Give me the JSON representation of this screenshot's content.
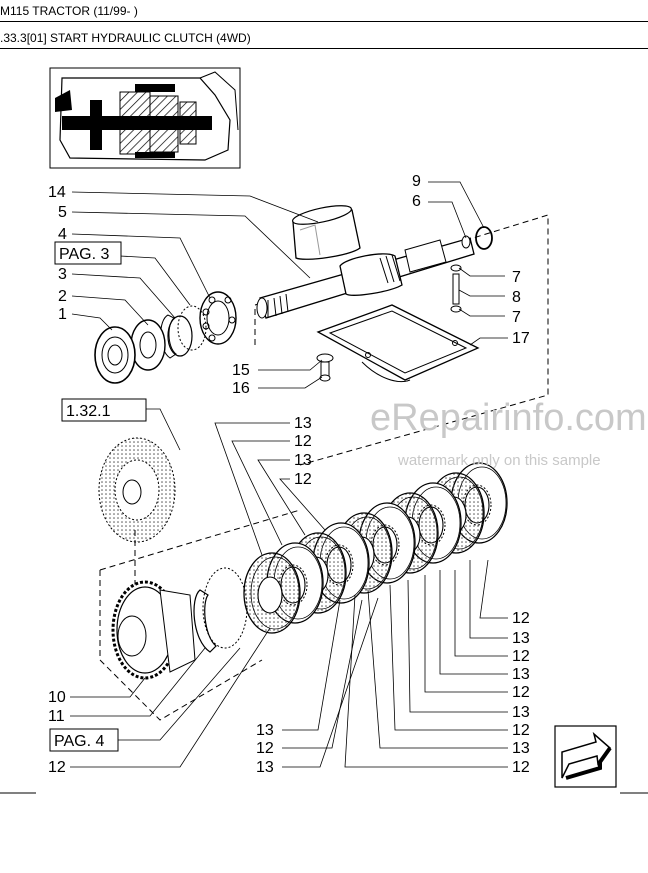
{
  "header": {
    "model": "M115 TRACTOR (11/99- )",
    "section": ".33.3[01] START HYDRAULIC CLUTCH (4WD)"
  },
  "references": {
    "pag3": "PAG. 3",
    "ref1321": "1.32.1",
    "pag4": "PAG. 4"
  },
  "watermark": {
    "brand": "eRepairinfo.com",
    "note": "watermark only on this sample"
  },
  "callouts": {
    "c14": "14",
    "c5": "5",
    "c4": "4",
    "c3": "3",
    "c2": "2",
    "c1": "1",
    "c9": "9",
    "c6": "6",
    "c7a": "7",
    "c8": "8",
    "c7b": "7",
    "c17": "17",
    "c15": "15",
    "c16": "16",
    "l13a": "13",
    "l12a": "12",
    "l13b": "13",
    "l12b": "12",
    "r12a": "12",
    "r13a": "13",
    "r12b": "12",
    "r13b": "13",
    "r12c": "12",
    "r13c": "13",
    "r12d": "12",
    "r13d": "13",
    "r12e": "12",
    "b13a": "13",
    "b12": "12",
    "b13b": "13",
    "c10": "10",
    "c11": "11",
    "c12bottom": "12"
  },
  "icons": {
    "next": "arrow-next-icon"
  }
}
